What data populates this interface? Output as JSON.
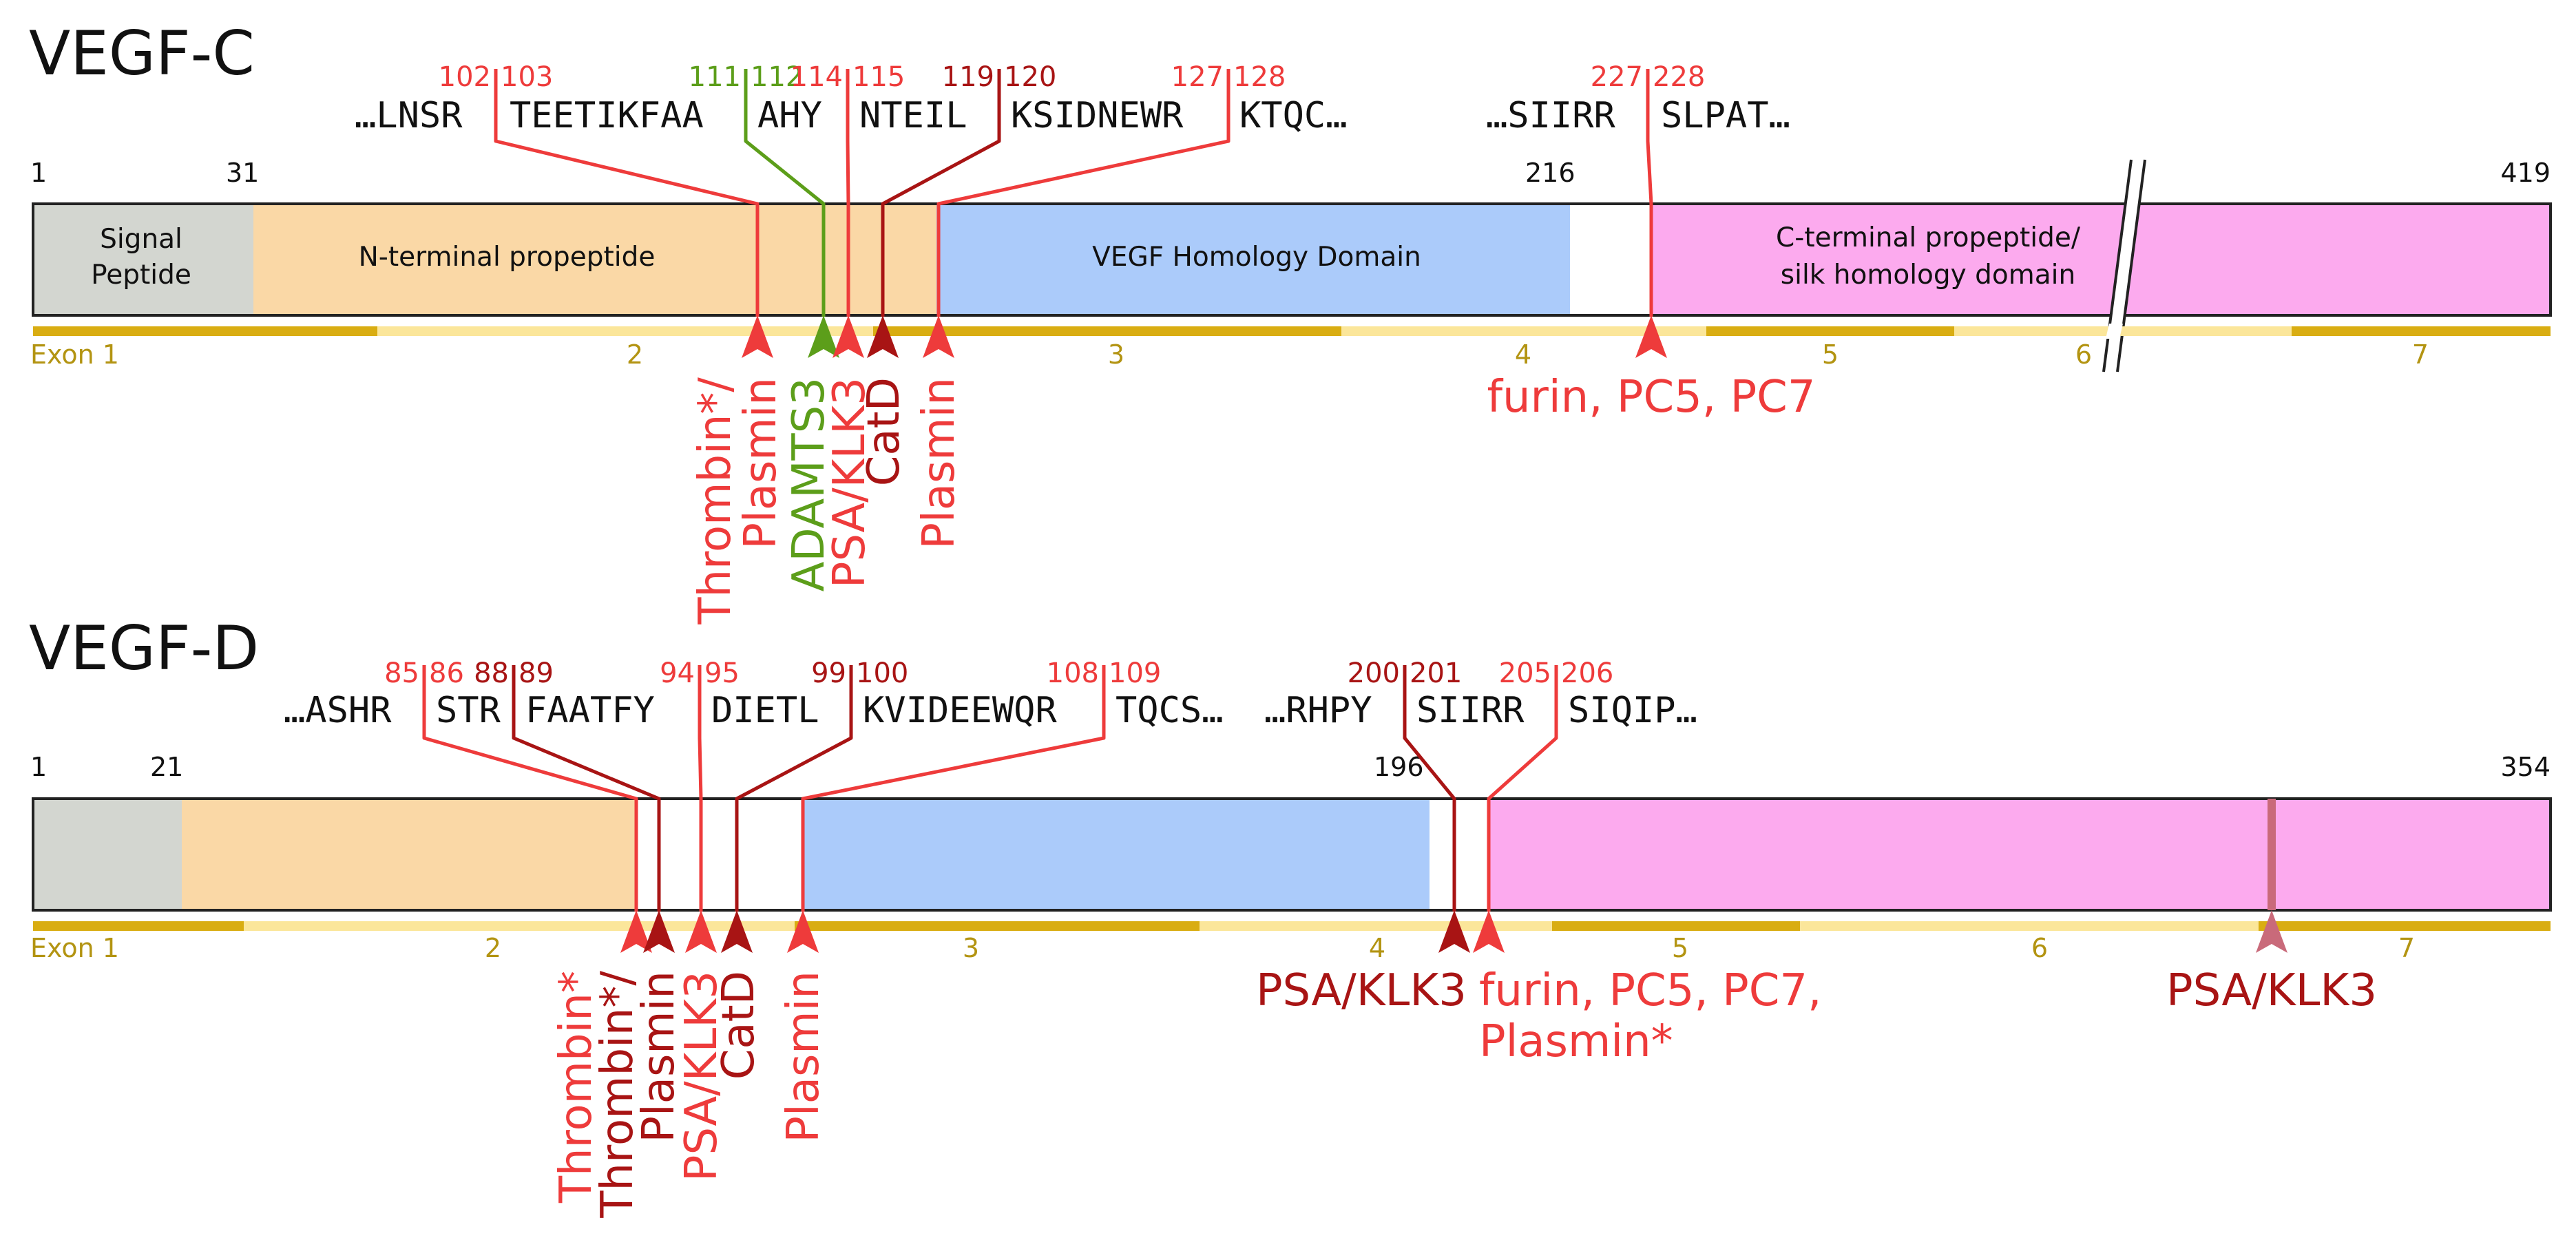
{
  "colors": {
    "red": "#ee3b3b",
    "darkred": "#a81414",
    "green": "#5c9e1a",
    "pink": "#c96a7a",
    "signal": "#d3d6d0",
    "npro": "#fad8a6",
    "vhd": "#abcbfa",
    "cpro": "#fcaaee",
    "exonDark": "#d9ad12",
    "exonLight": "#fbe69a",
    "exonText": "#b39412"
  },
  "vegf_c": {
    "title": "VEGF-C",
    "sequence": [
      "…LNSR",
      "TEETIKFAA",
      "AHY",
      "NTEIL",
      "KSIDNEWR",
      "KTQC…",
      "…SIIRR",
      "SLPAT…"
    ],
    "cleavage_numbers": [
      "102",
      "103",
      "111",
      "112",
      "114",
      "115",
      "119",
      "120",
      "127",
      "128",
      "227",
      "228"
    ],
    "positions": [
      "1",
      "31",
      "216",
      "419"
    ],
    "domains": {
      "signal": [
        "Signal",
        "Peptide"
      ],
      "n_pro": "N-terminal propeptide",
      "vhd": "VEGF Homology Domain",
      "c_pro": [
        "C-terminal propeptide/",
        "silk homology domain"
      ]
    },
    "exons": [
      "Exon 1",
      "2",
      "3",
      "4",
      "5",
      "6",
      "7"
    ],
    "enzymes": [
      "Thrombin*/",
      "Plasmin",
      "ADAMTS3",
      "PSA/KLK3",
      "CatD",
      "Plasmin",
      "furin, PC5, PC7"
    ]
  },
  "vegf_d": {
    "title": "VEGF-D",
    "sequence": [
      "…ASHR",
      "STR",
      "FAATFY",
      "DIETL",
      "KVIDEEWQR",
      "TQCS…",
      "…RHPY",
      "SIIRR",
      "SIQIP…"
    ],
    "cleavage_numbers": [
      "85",
      "86",
      "88",
      "89",
      "94",
      "95",
      "99",
      "100",
      "108",
      "109",
      "200",
      "201",
      "205",
      "206"
    ],
    "positions": [
      "1",
      "21",
      "196",
      "354"
    ],
    "exons": [
      "Exon 1",
      "2",
      "3",
      "4",
      "5",
      "6",
      "7"
    ],
    "enzymes": [
      "Thrombin*",
      "Thrombin*/",
      "Plasmin",
      "PSA/KLK3",
      "CatD",
      "Plasmin",
      "PSA/KLK3",
      "furin, PC5, PC7,",
      "Plasmin*",
      "PSA/KLK3"
    ]
  }
}
